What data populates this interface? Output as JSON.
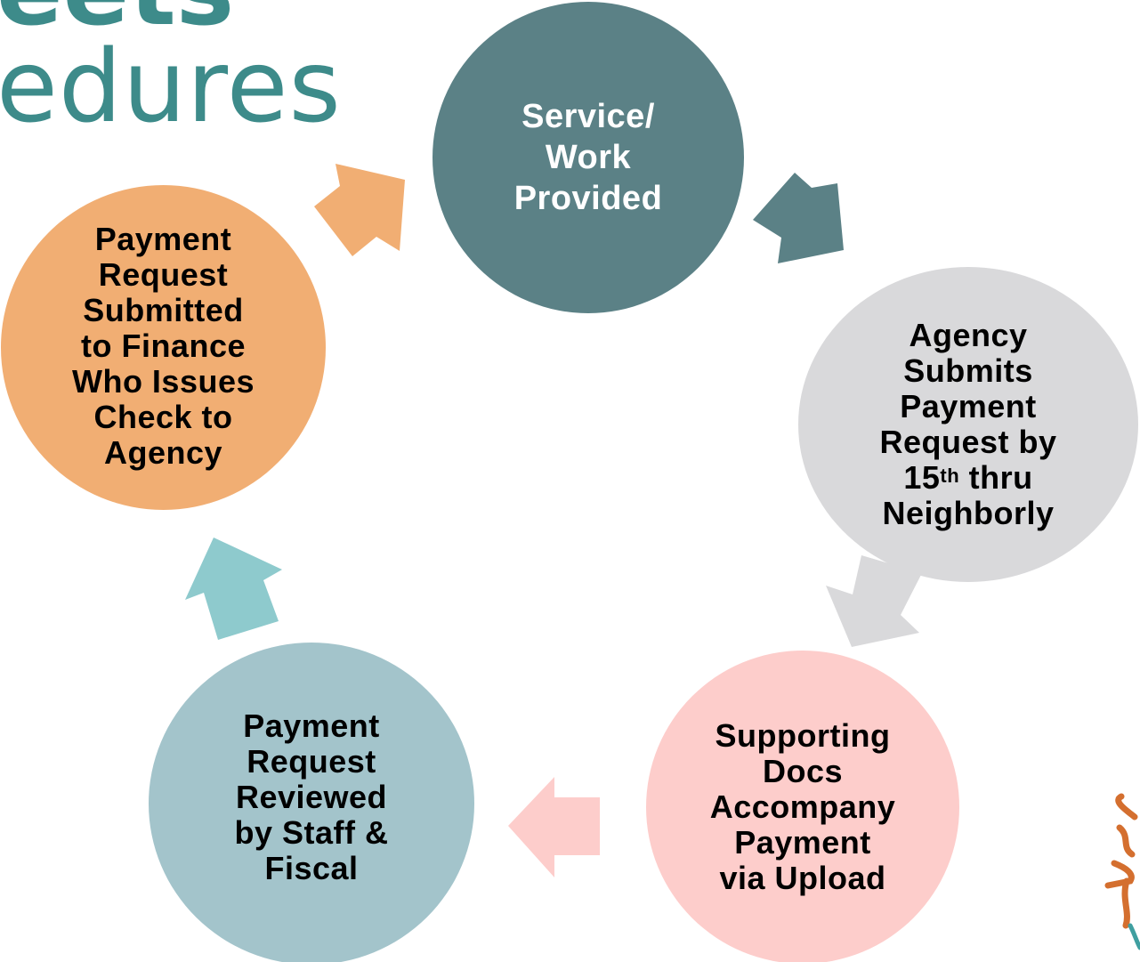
{
  "title": {
    "line1": "eets",
    "line2": "edures",
    "color": "#3d8b8a"
  },
  "cycle": {
    "nodes": [
      {
        "id": "service",
        "label": "Service/\nWork\nProvided",
        "color": "#5b8186"
      },
      {
        "id": "agency",
        "label_pre": "Agency\nSubmits\nPayment\nRequest by\n15",
        "ordinal": "th",
        "label_post": " thru\nNeighborly",
        "color": "#d9d9db"
      },
      {
        "id": "supporting",
        "label": "Supporting\nDocs\nAccompany\nPayment\nvia Upload",
        "color": "#fdcdcb"
      },
      {
        "id": "review",
        "label": "Payment\nRequest\nReviewed\nby Staff &\nFiscal",
        "color": "#a3c4cb"
      },
      {
        "id": "finance",
        "label": "Payment\nRequest\nSubmitted\nto Finance\nWho Issues\nCheck to\nAgency",
        "color": "#f1ae73"
      }
    ],
    "arrows": [
      {
        "id": "service-to-agency",
        "color": "#5b8186",
        "direction": "down-right"
      },
      {
        "id": "agency-to-supporting",
        "color": "#d9d9db",
        "direction": "down-left"
      },
      {
        "id": "supporting-to-review",
        "color": "#fdcdcb",
        "direction": "left"
      },
      {
        "id": "review-to-finance",
        "color": "#8ecacd",
        "direction": "up"
      },
      {
        "id": "finance-to-service",
        "color": "#f1ae73",
        "direction": "up-right"
      }
    ]
  }
}
